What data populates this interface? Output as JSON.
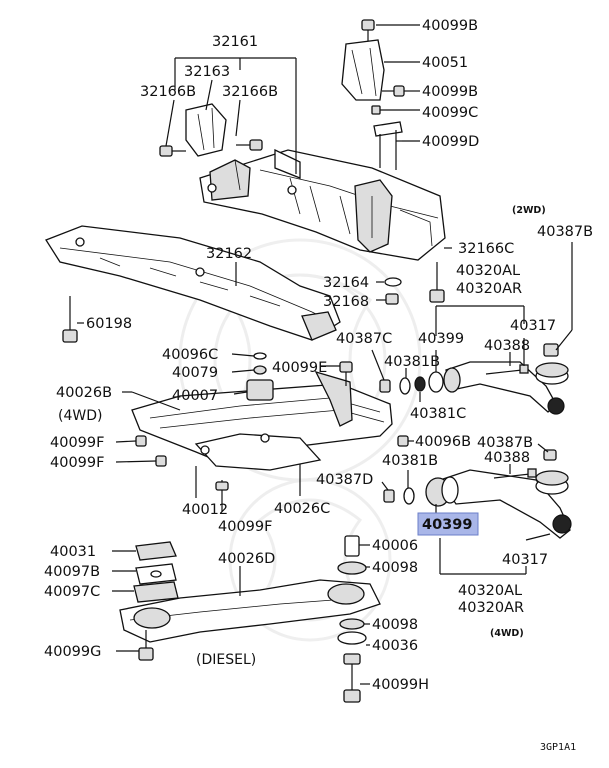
{
  "diagram": {
    "footer_code": "3GP1A1",
    "highlight_color": "#a9b6e8",
    "labels": {
      "p32161": "32161",
      "p32163": "32163",
      "p32166B_a": "32166B",
      "p32166B_b": "32166B",
      "p40099B_top": "40099B",
      "p40051": "40051",
      "p40099B_2": "40099B",
      "p40099C": "40099C",
      "p40099D": "40099D",
      "note_2wd": "(2WD)",
      "p40387B_top": "40387B",
      "p32162": "32162",
      "p32166C": "32166C",
      "p40320AL_top": "40320AL",
      "p40320AR_top": "40320AR",
      "p32164": "32164",
      "p32168": "32168",
      "p60198": "60198",
      "p40387C_top": "40387C",
      "p40399_top": "40399",
      "p40317_top": "40317",
      "p40096C": "40096C",
      "p40388_top": "40388",
      "p40079": "40079",
      "p40099E": "40099E",
      "p40381B_top": "40381B",
      "p40007": "40007",
      "p40026B": "40026B",
      "note_4wd_left": "(4WD)",
      "p40381C": "40381C",
      "p40099F_1": "40099F",
      "p40096B": "40096B",
      "p40387B_mid": "40387B",
      "p40099F_2": "40099F",
      "p40381B_mid": "40381B",
      "p40388_mid": "40388",
      "p40387D": "40387D",
      "p40012": "40012",
      "p40026C": "40026C",
      "p40099F_3": "40099F",
      "p40399_hl": "40399",
      "p40031": "40031",
      "p40006": "40006",
      "p40026D": "40026D",
      "p40317_bot": "40317",
      "p40097B": "40097B",
      "p40098_a": "40098",
      "p40097C": "40097C",
      "p40320AL_bot": "40320AL",
      "p40320AR_bot": "40320AR",
      "p40098_b": "40098",
      "note_4wd_right": "(4WD)",
      "p40099G": "40099G",
      "note_diesel": "(DIESEL)",
      "p40036": "40036",
      "p40099H": "40099H"
    }
  }
}
